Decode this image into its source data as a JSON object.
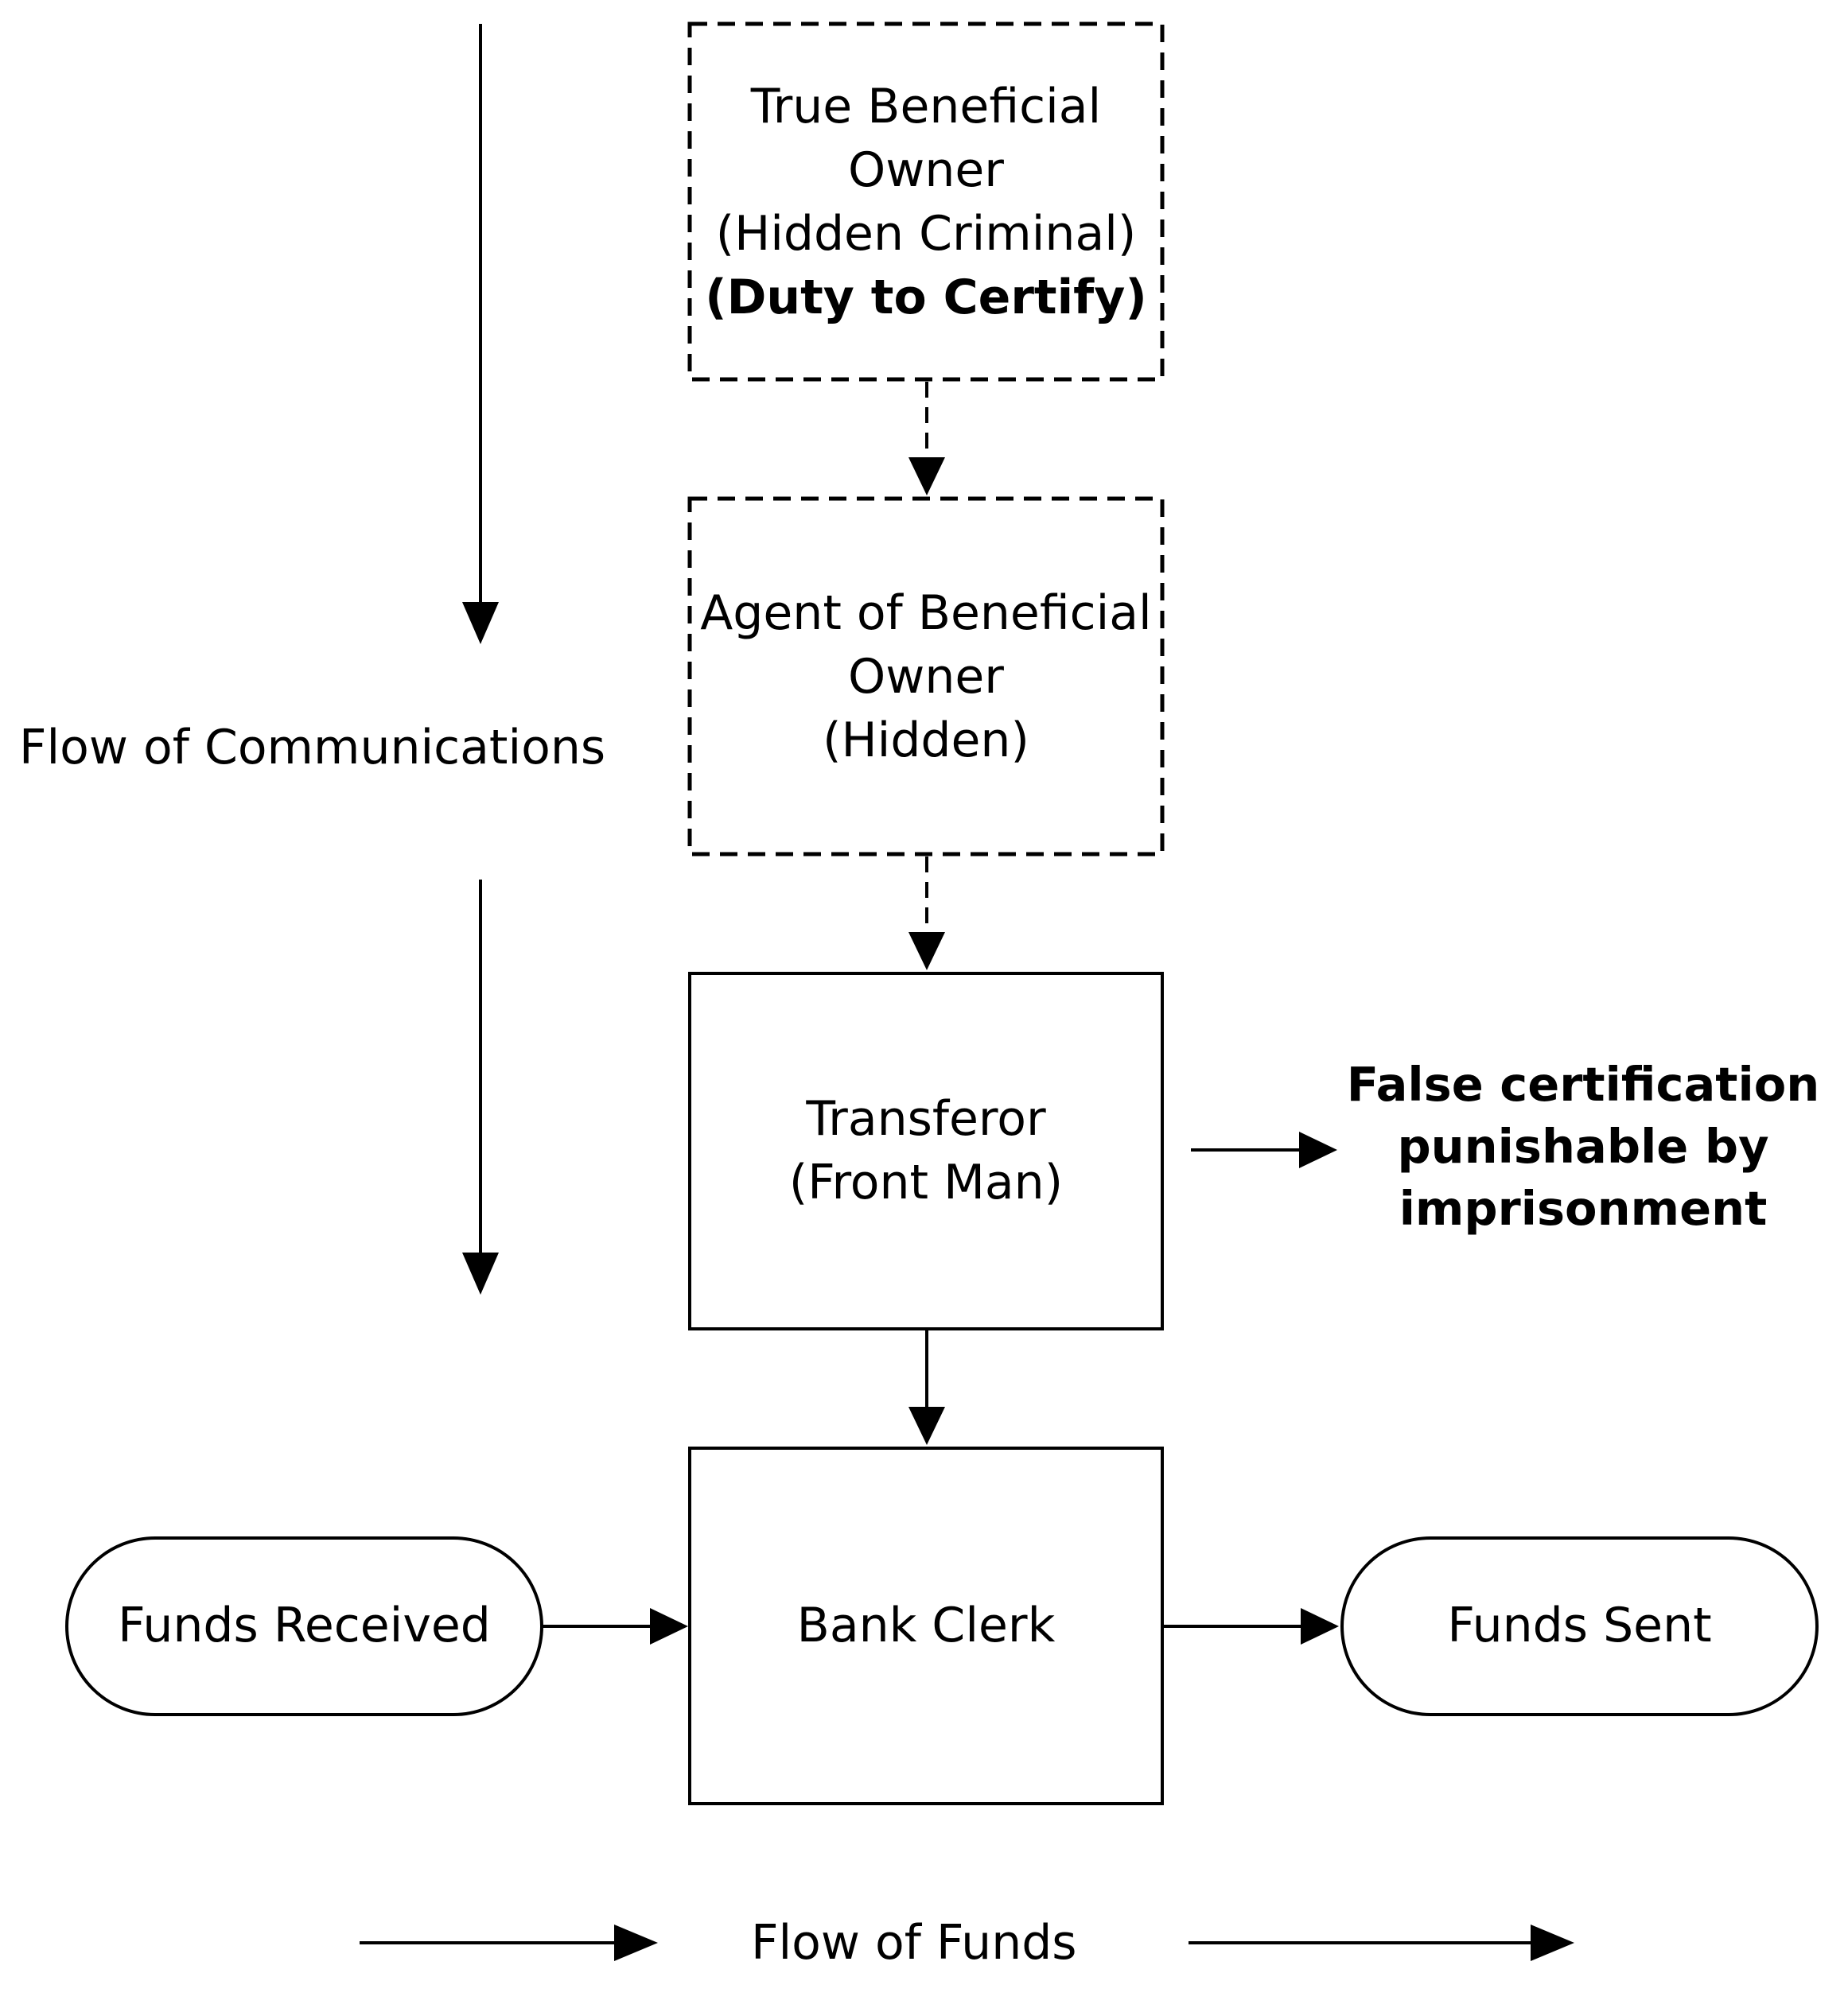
{
  "nodes": {
    "true_owner": {
      "line1": "True Beneficial",
      "line2": "Owner",
      "line3": "(Hidden Criminal)",
      "line4": "(Duty to Certify)"
    },
    "agent": {
      "line1": "Agent of Beneficial",
      "line2": "Owner",
      "line3": "(Hidden)"
    },
    "transferor": {
      "line1": "Transferor",
      "line2": "(Front Man)"
    },
    "bank_clerk": {
      "label": "Bank Clerk"
    },
    "funds_received": {
      "label": "Funds Received"
    },
    "funds_sent": {
      "label": "Funds Sent"
    }
  },
  "annotations": {
    "false_certification": {
      "line1": "False certification",
      "line2": "punishable by",
      "line3": "imprisonment"
    },
    "flow_of_communications": "Flow of Communications",
    "flow_of_funds": "Flow of Funds"
  }
}
